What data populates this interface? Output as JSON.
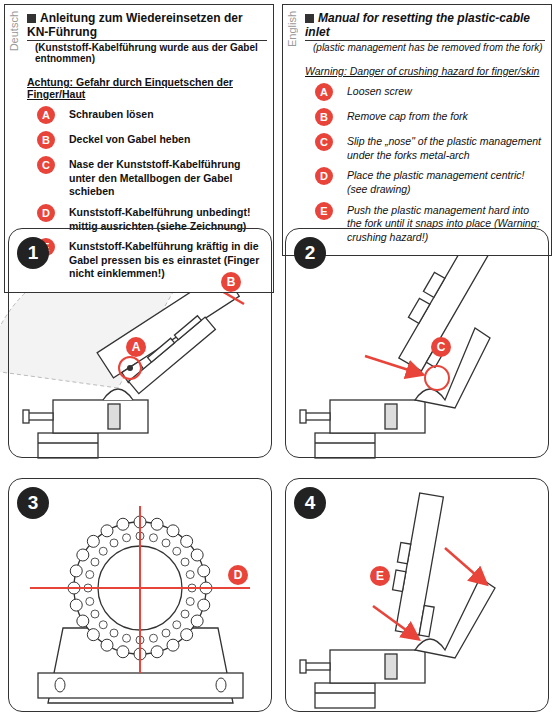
{
  "diagram": {
    "nodes": [
      {
        "text": [
          "Deutsch",
          "Anleitung zum Wiedereinsetzen der KN-Führung",
          "(Kunststoff-Kabelführung wurde aus der Gabel entnommen)",
          "Achtung: Gefahr durch Einquetschen der Finger/Haut",
          "A",
          "Schrauben lösen",
          "B",
          "Deckel von Gabel heben",
          "C",
          "Nase der Kunststoff-Kabelführung unter den Metallbogen der Gabel schieben",
          "D",
          "Kunststoff-Kabelführung unbedingt! mittig ausrichten (siehe Zeichnung)",
          "E",
          "Kunststoff-Kabelführung kräftig in die Gabel pressen bis es einrastet (Finger nicht einklemmen!)"
        ]
      },
      {
        "text": [
          "English",
          "Manual for resetting the plastic-cable inlet",
          "(plastic management has be removed from the fork)",
          "Warning: Danger of crushing hazard for finger/skin",
          "A",
          "Loosen screw",
          "B",
          "Remove cap from the fork",
          "C",
          "Slip the „nose\" of the plastic management under the forks metal-arch",
          "D",
          "Place the plastic management centric! (see drawing)",
          "E",
          "Push the plastic management hard into the fork until it snaps into place (Warning: crushing hazard!)"
        ]
      },
      {
        "text": [
          "1"
        ]
      },
      {
        "text": [
          "2"
        ]
      },
      {
        "text": [
          "3"
        ]
      },
      {
        "text": [
          "4"
        ]
      }
    ],
    "labels": [
      "A",
      "B",
      "C",
      "D",
      "E"
    ]
  }
}
